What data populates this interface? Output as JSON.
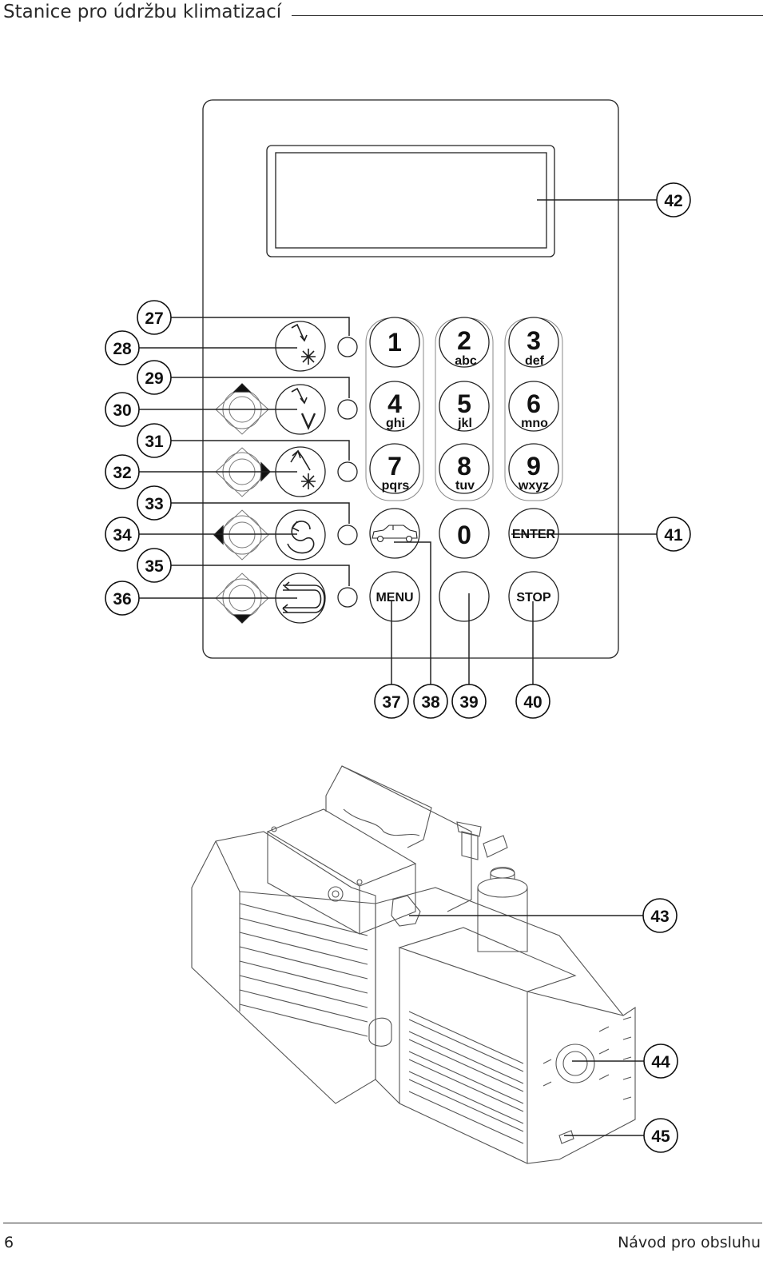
{
  "header": {
    "title": "Stanice pro údržbu klimatizací"
  },
  "footer": {
    "page_number": "6",
    "doc_title": "Návod pro obsluhu"
  },
  "keypad": {
    "keys": [
      {
        "digit": "1",
        "letters": ""
      },
      {
        "digit": "2",
        "letters": "abc"
      },
      {
        "digit": "3",
        "letters": "def"
      },
      {
        "digit": "4",
        "letters": "ghi"
      },
      {
        "digit": "5",
        "letters": "jkl"
      },
      {
        "digit": "6",
        "letters": "mno"
      },
      {
        "digit": "7",
        "letters": "pqrs"
      },
      {
        "digit": "8",
        "letters": "tuv"
      },
      {
        "digit": "9",
        "letters": "wxyz"
      }
    ],
    "zero": "0",
    "enter": "ENTER",
    "menu": "MENU",
    "stop": "STOP"
  },
  "callouts": {
    "c27": "27",
    "c28": "28",
    "c29": "29",
    "c30": "30",
    "c31": "31",
    "c32": "32",
    "c33": "33",
    "c34": "34",
    "c35": "35",
    "c36": "36",
    "c37": "37",
    "c38": "38",
    "c39": "39",
    "c40": "40",
    "c41": "41",
    "c42": "42",
    "c43": "43",
    "c44": "44",
    "c45": "45"
  }
}
